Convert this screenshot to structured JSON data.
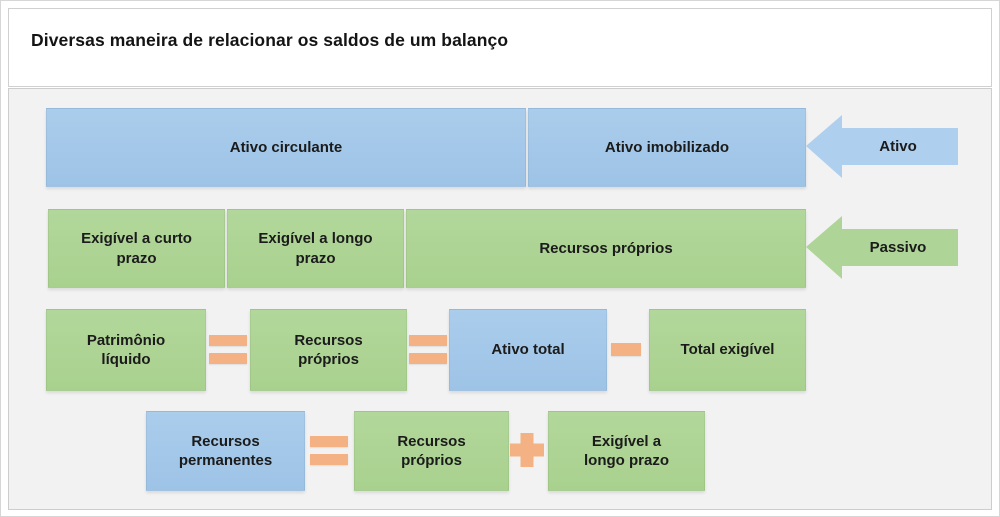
{
  "title": "Diversas maneira de relacionar os saldos de um balanço",
  "bars": {
    "assets": {
      "segments": [
        "Ativo circulante",
        "Ativo imobilizado"
      ],
      "arrow_label": "Ativo"
    },
    "liabilities": {
      "segments": [
        "Exigível a curto\nprazo",
        "Exigível a longo\nprazo",
        "Recursos próprios"
      ],
      "arrow_label": "Passivo"
    }
  },
  "equations": {
    "eq1": {
      "term1": "Patrimônio\nlíquido",
      "op1": "=",
      "term2": "Recursos\npróprios",
      "op2": "=",
      "term3": "Ativo total",
      "op3": "−",
      "term4": "Total exigível"
    },
    "eq2": {
      "term1": "Recursos\npermanentes",
      "op1": "=",
      "term2": "Recursos\npróprios",
      "op2": "+",
      "term3": "Exigível a\nlongo prazo"
    }
  },
  "colors": {
    "blue": "#9DC3E6",
    "green": "#A9D18E",
    "orange": "#F4B183",
    "panel_background": "#F2F2F2"
  }
}
